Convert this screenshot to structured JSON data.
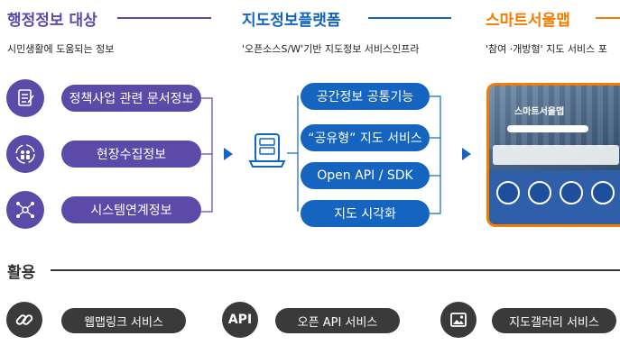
{
  "sections": {
    "admin": {
      "title": "행정정보 대상",
      "subtitle": "시민생활에 도움되는 정보",
      "color": "#5b4aa8",
      "items": [
        {
          "label": "정책사업 관련 문서정보",
          "icon": "document-list-icon"
        },
        {
          "label": "현장수집정보",
          "icon": "people-cycle-icon"
        },
        {
          "label": "시스템연계정보",
          "icon": "network-nodes-icon"
        }
      ]
    },
    "platform": {
      "title": "지도정보플랫폼",
      "subtitle": "'오픈소스S/W'기반 지도정보 서비스인프라",
      "color": "#1565c0",
      "icon": "laptop-server-icon",
      "items": [
        {
          "label": "공간정보 공통기능"
        },
        {
          "label": "“공유형” 지도 서비스"
        },
        {
          "label": "Open API / SDK"
        },
        {
          "label": "지도 시각화"
        }
      ]
    },
    "smartmap": {
      "title": "스마트서울맵",
      "subtitle": "'참여 ·개방형' 지도 서비스 포",
      "color": "#f57c00",
      "screen_title": "스마트서울맵"
    }
  },
  "usage": {
    "title": "활용",
    "items": [
      {
        "icon": "link-icon",
        "label": "웹맵링크 서비스"
      },
      {
        "icon": "api-icon",
        "icon_text": "API",
        "label": "오픈 API 서비스"
      },
      {
        "icon": "picture-gallery-icon",
        "label": "지도갤러리 서비스"
      }
    ]
  }
}
